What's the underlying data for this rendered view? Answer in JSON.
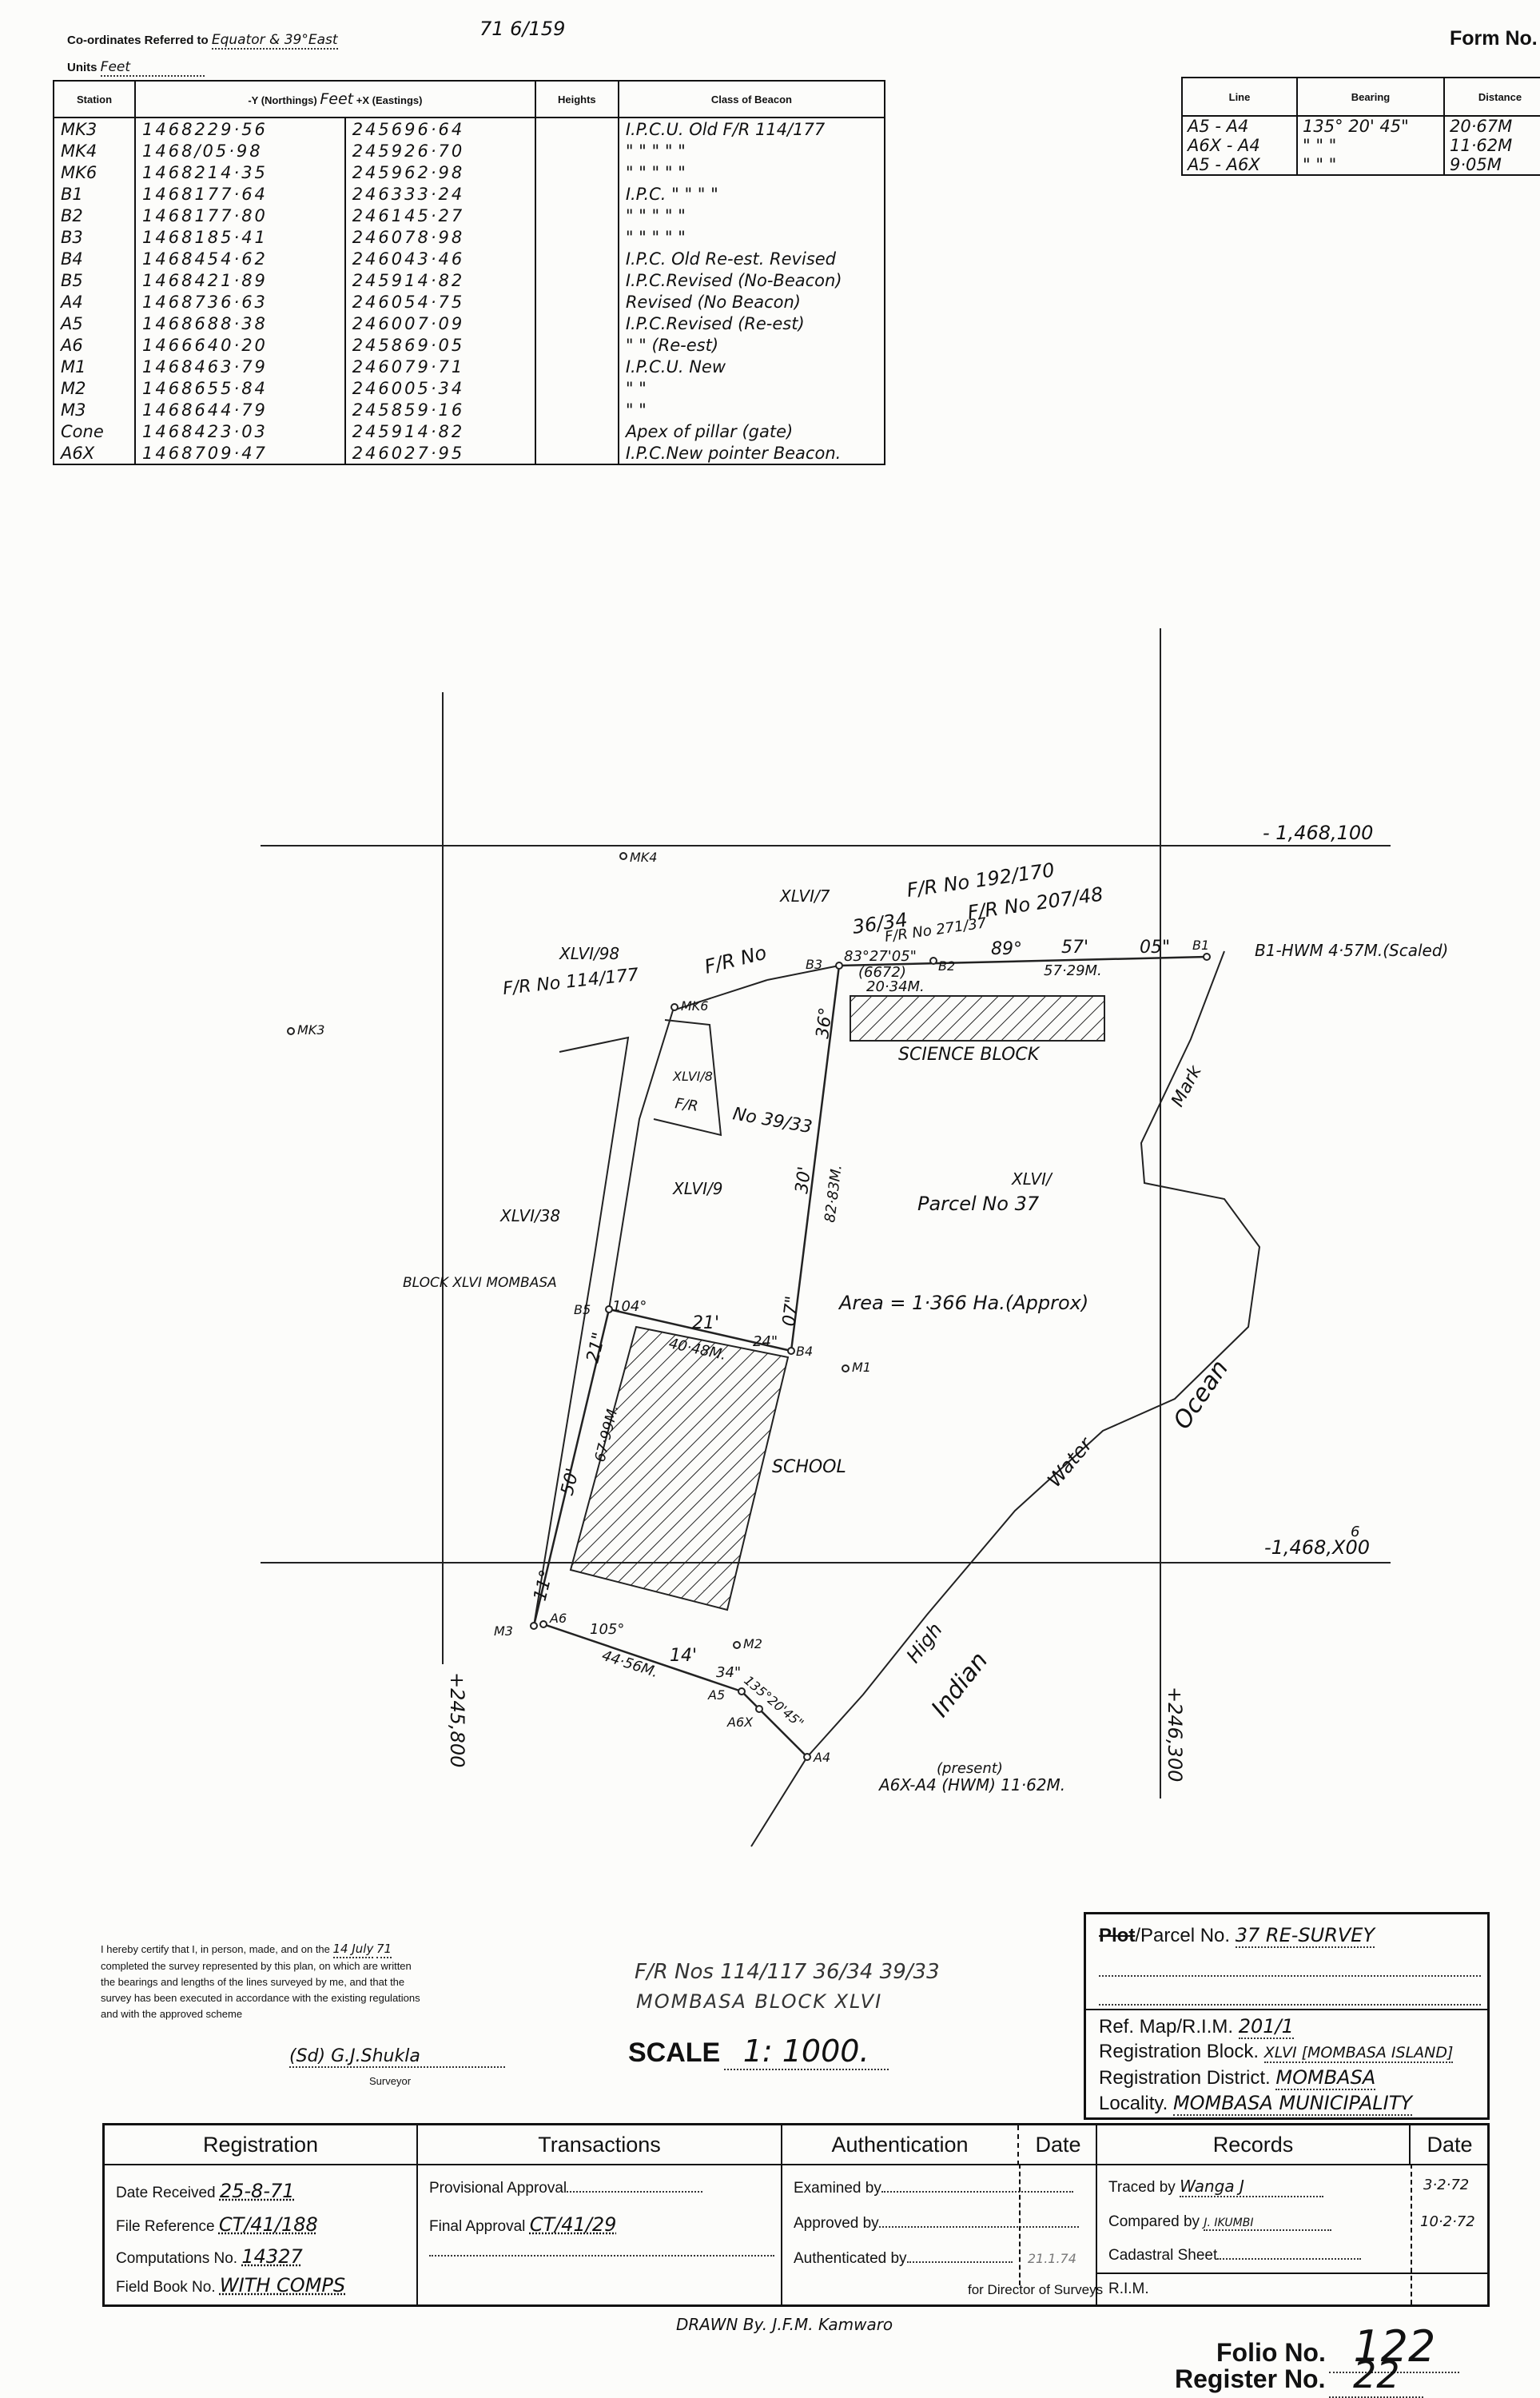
{
  "header": {
    "coord_label": "Co-ordinates Referred to",
    "coord_value": "Equator & 39°East",
    "units_label": "Units",
    "units_value": "Feet",
    "file_ref": "71 6/159",
    "form_no": "Form No."
  },
  "beacon_table": {
    "headers": [
      "Station",
      "-Y (Northings)",
      "Feet",
      "+X (Eastings)",
      "Heights",
      "Class of Beacon"
    ],
    "rows": [
      {
        "station": "MK3",
        "northing": "1468229·56",
        "easting": "245696·64",
        "cls": "I.P.C.U. Old   F/R  114/177"
      },
      {
        "station": "MK4",
        "northing": "1468/05·98",
        "easting": "245926·70",
        "cls": "  \"     \"     \"     \"    \""
      },
      {
        "station": "MK6",
        "northing": "1468214·35",
        "easting": "245962·98",
        "cls": "  \"     \"     \"     \"    \""
      },
      {
        "station": "B1",
        "northing": "1468177·64",
        "easting": "246333·24",
        "cls": "I.P.C.  \"     \"     \"    \""
      },
      {
        "station": "B2",
        "northing": "1468177·80",
        "easting": "246145·27",
        "cls": "  \"     \"     \"     \"    \""
      },
      {
        "station": "B3",
        "northing": "1468185·41",
        "easting": "246078·98",
        "cls": "  \"     \"     \"     \"    \""
      },
      {
        "station": "B4",
        "northing": "1468454·62",
        "easting": "246043·46",
        "cls": "I.P.C. Old Re-est. Revised"
      },
      {
        "station": "B5",
        "northing": "1468421·89",
        "easting": "245914·82",
        "cls": "I.P.C.Revised (No-Beacon)"
      },
      {
        "station": "A4",
        "northing": "1468736·63",
        "easting": "246054·75",
        "cls": "     Revised (No Beacon)"
      },
      {
        "station": "A5",
        "northing": "1468688·38",
        "easting": "246007·09",
        "cls": "I.P.C.Revised (Re-est)"
      },
      {
        "station": "A6",
        "northing": "1466640·20",
        "easting": "245869·05",
        "cls": "  \"      \"     (Re-est)"
      },
      {
        "station": "M1",
        "northing": "1468463·79",
        "easting": "246079·71",
        "cls": "I.P.C.U.        New"
      },
      {
        "station": "M2",
        "northing": "1468655·84",
        "easting": "246005·34",
        "cls": "   \"            \""
      },
      {
        "station": "M3",
        "northing": "1468644·79",
        "easting": "245859·16",
        "cls": "   \"            \""
      },
      {
        "station": "Cone",
        "northing": "1468423·03",
        "easting": "245914·82",
        "cls": "Apex of pillar (gate)"
      },
      {
        "station": "A6X",
        "northing": "1468709·47",
        "easting": "246027·95",
        "cls": "I.P.C.New pointer Beacon."
      }
    ]
  },
  "bearing_table": {
    "headers": [
      "Line",
      "Bearing",
      "Distance"
    ],
    "rows": [
      {
        "line": "A5  - A4",
        "bearing": "135° 20'  45\"",
        "distance": "20·67M"
      },
      {
        "line": "A6X - A4",
        "bearing": "  \"    \"    \"",
        "distance": "11·62M"
      },
      {
        "line": "A5  - A6X",
        "bearing": "  \"    \"    \"",
        "distance": "9·05M"
      }
    ]
  },
  "plan": {
    "grid_n1": "- 1,468,100",
    "grid_n2": "-1,468,X00",
    "grid_n2_note": "6",
    "grid_e1": "+245,800",
    "grid_e2": "+246,300",
    "fr_top1": "F/R No 192/170",
    "fr_top2": "F/R No 207/48",
    "fr_top3": "F/R No 271/37",
    "fr_3634": "36/34",
    "fr_no": "F/R No",
    "fr_114": "F/R No 114/177",
    "fr_39": "No 39/33",
    "fr_short": "F/R",
    "xlvi_7": "XLVI/7",
    "xlvi_98": "XLVI/98",
    "xlvi_8": "XLVI/8",
    "xlvi_9": "XLVI/9",
    "xlvi_38": "XLVI/38",
    "xlvi_parcel": "XLVI/",
    "block_label": "BLOCK XLVI MOMBASA",
    "science_block": "SCIENCE BLOCK",
    "school": "SCHOOL",
    "parcel": "Parcel No 37",
    "area": "Area = 1·366 Ha.(Approx)",
    "mark": "Mark",
    "water": "Water",
    "high": "High",
    "ocean": "Ocean",
    "indian": "Indian",
    "b1_hwm": "B1-HWM 4·57M.(Scaled)",
    "present": "(present)",
    "a6x_a4": "A6X-A4 (HWM) 11·62M.",
    "bearing_b3b2": "83°27'05\"",
    "dist_6672": "(6672)",
    "dist_2034": "20·34M.",
    "b2b1_deg": "89°",
    "b2b1_min": "57'",
    "b2b1_sec": "05\"",
    "dist_5729": "57·29M.",
    "b3b4_deg": "36°",
    "b3b4_min": "30'",
    "b3b4_sec": "07\"",
    "dist_8283": "82·83M.",
    "b5b4_deg": "104°",
    "b5b4_min": "21'",
    "b5b4_sec": "24\"",
    "dist_4048": "40·48M.",
    "m3b5_deg": "11°",
    "m3b5_min": "50'",
    "m3b5_sec": "21\"",
    "dist_6799": "67·99M.",
    "a6a5_deg": "105°",
    "a6a5_min": "14'",
    "a6a5_sec": "34\"",
    "dist_4456": "44·56M.",
    "a5a4_bearing": "135°20'45\"",
    "st_mk4": "MK4",
    "st_mk6": "MK6",
    "st_mk3": "MK3",
    "st_b1": "B1",
    "st_b2": "B2",
    "st_b3": "B3",
    "st_b4": "B4",
    "st_b5": "B5",
    "st_m1": "M1",
    "st_m2": "M2",
    "st_m3": "M3",
    "st_a4": "A4",
    "st_a5": "A5",
    "st_a6": "A6",
    "st_a6x": "A6X"
  },
  "certificate": {
    "text_1": "I hereby certify that I, in person, made, and on the",
    "date_day": "14 July",
    "date_year": "71",
    "text_2": "completed the survey represented by this plan, on which are written",
    "text_3": "the bearings and lengths of the lines surveyed by me, and that the",
    "text_4": "survey has been executed in accordance with the existing regulations",
    "text_5": "and with the approved scheme",
    "signature": "(Sd) G.J.Shukla",
    "role": "Surveyor"
  },
  "centre_note": {
    "fr_line": "F/R Nos 114/117  36/34  39/33",
    "block_line": "MOMBASA  BLOCK XLVI",
    "scale_label": "SCALE",
    "scale_value": "1: 1000."
  },
  "parcel_box": {
    "plot_struck": "Plot",
    "parcel_label": "/Parcel No.",
    "parcel_value": "37  RE-SURVEY",
    "ref_label": "Ref. Map/R.I.M.",
    "ref_value": "201/1",
    "reg_block_label": "Registration Block.",
    "reg_block_value": "XLVI [MOMBASA ISLAND]",
    "reg_district_label": "Registration District.",
    "reg_district_value": "MOMBASA",
    "locality_label": "Locality.",
    "locality_value": "MOMBASA MUNICIPALITY"
  },
  "registration": {
    "title": "Registration",
    "date_received_label": "Date Received",
    "date_received": "25-8-71",
    "file_ref_label": "File Reference",
    "file_ref": "CT/41/188",
    "computations_label": "Computations No.",
    "computations": "14327",
    "field_book_label": "Field Book No.",
    "field_book": "WITH COMPS"
  },
  "transactions": {
    "title": "Transactions",
    "provisional_label": "Provisional Approval",
    "final_label": "Final Approval",
    "final_value": "CT/41/29"
  },
  "authentication": {
    "title": "Authentication",
    "date_title": "Date",
    "examined_label": "Examined by",
    "approved_label": "Approved by",
    "authenticated_label": "Authenticated by",
    "authenticated_date": "21.1.74",
    "director": "for Director of Surveys"
  },
  "records": {
    "title": "Records",
    "date_title": "Date",
    "traced_label": "Traced by",
    "traced_value": "Wanga  J",
    "traced_date": "3·2·72",
    "compared_label": "Compared by",
    "compared_value": "J. IKUMBI",
    "compared_date": "10·2·72",
    "cadastral_label": "Cadastral Sheet",
    "rim_label": "R.I.M."
  },
  "footer": {
    "drawn_by": "DRAWN By. J.F.M. Kamwaro",
    "folio_label": "Folio No.",
    "folio_value": "122",
    "register_label": "Register No.",
    "register_value": "22"
  }
}
